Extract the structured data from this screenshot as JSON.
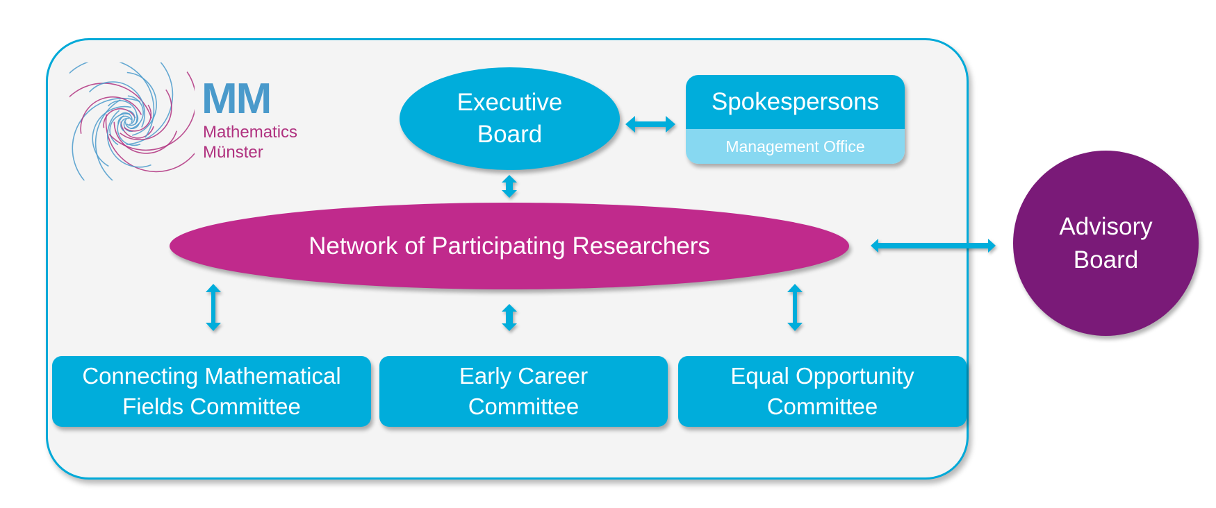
{
  "logo": {
    "icon": "spiral-logo-icon",
    "abbr": "MM",
    "line1": "Mathematics",
    "line2": "Münster",
    "colors": {
      "blue": "#4A9ACB",
      "magenta": "#B0317F"
    }
  },
  "nodes": {
    "executive_board": {
      "line1": "Executive",
      "line2": "Board"
    },
    "spokespersons": {
      "title": "Spokespersons",
      "subtitle": "Management Office"
    },
    "network": {
      "label": "Network of Participating Researchers"
    },
    "advisory_board": {
      "line1": "Advisory",
      "line2": "Board"
    },
    "committees": [
      {
        "line1": "Connecting Mathematical",
        "line2": "Fields Committee"
      },
      {
        "line1": "Early Career",
        "line2": "Committee"
      },
      {
        "line1": "Equal Opportunity",
        "line2": "Committee"
      }
    ]
  },
  "connections": [
    {
      "from": "Executive Board",
      "to": "Spokespersons",
      "type": "bidirectional"
    },
    {
      "from": "Executive Board",
      "to": "Network of Participating Researchers",
      "type": "bidirectional"
    },
    {
      "from": "Network of Participating Researchers",
      "to": "Advisory Board",
      "type": "bidirectional"
    },
    {
      "from": "Network of Participating Researchers",
      "to": "Connecting Mathematical Fields Committee",
      "type": "bidirectional"
    },
    {
      "from": "Network of Participating Researchers",
      "to": "Early Career Committee",
      "type": "bidirectional"
    },
    {
      "from": "Network of Participating Researchers",
      "to": "Equal Opportunity Committee",
      "type": "bidirectional"
    }
  ],
  "colors": {
    "frame_border": "#00A9D8",
    "frame_fill": "#F4F4F4",
    "cyan": "#00ADDB",
    "light_cyan": "#87D8F1",
    "magenta": "#C02A8C",
    "purple": "#7A1A78"
  }
}
